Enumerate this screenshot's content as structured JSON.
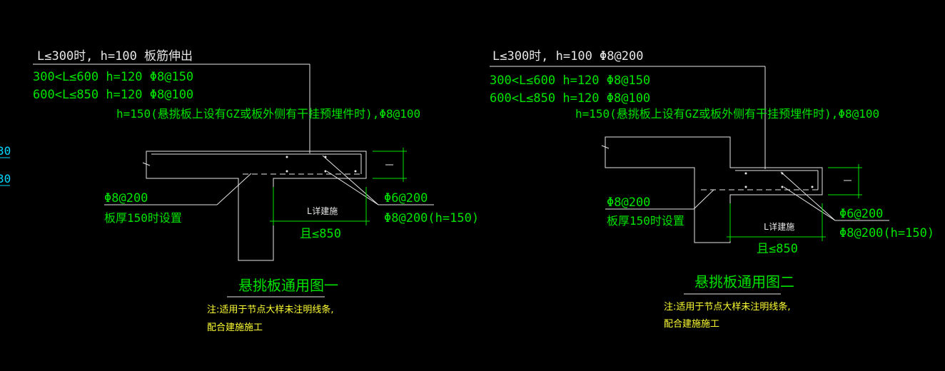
{
  "left_edge_marks": [
    "30",
    "30"
  ],
  "detail1": {
    "note_line1": "L≤300时,  h=100  板筋伸出",
    "note_line2": "300<L≤600 h=120   Φ8@150",
    "note_line3": "600<L≤850 h=120   Φ8@100",
    "note_line4": "h=150(悬挑板上设有GZ或板外侧有干挂预埋件时),Φ8@100",
    "rebar_left": "Φ8@200",
    "rebar_left_note": "板厚150时设置",
    "rebar_right_1": "Φ6@200",
    "rebar_right_2": "Φ8@200(h=150)",
    "dim_label_L": "L详建施",
    "dim_value": "且≤850",
    "title": "悬挑板通用图一",
    "remark_line1": "注:适用于节点大样未注明线条,",
    "remark_line2": "配合建施施工"
  },
  "detail2": {
    "note_line1": "L≤300时,  h=100   Φ8@200",
    "note_line2": "300<L≤600 h=120   Φ8@150",
    "note_line3": "600<L≤850 h=120   Φ8@100",
    "note_line4": "h=150(悬挑板上设有GZ或板外侧有干挂预埋件时),Φ8@100",
    "rebar_left": "Φ8@200",
    "rebar_left_note": "板厚150时设置",
    "rebar_right_1": "Φ6@200",
    "rebar_right_2": "Φ8@200(h=150)",
    "dim_label_L": "L详建施",
    "dim_value": "且≤850",
    "title": "悬挑板通用图二",
    "remark_line1": "注:适用于节点大样未注明线条,",
    "remark_line2": "配合建施施工"
  },
  "colors": {
    "background": "#000000",
    "linework": "#e6e6e6",
    "text_green": "#00e400",
    "text_yellow": "#ffff33",
    "edge_marks": "#00d8ff"
  }
}
